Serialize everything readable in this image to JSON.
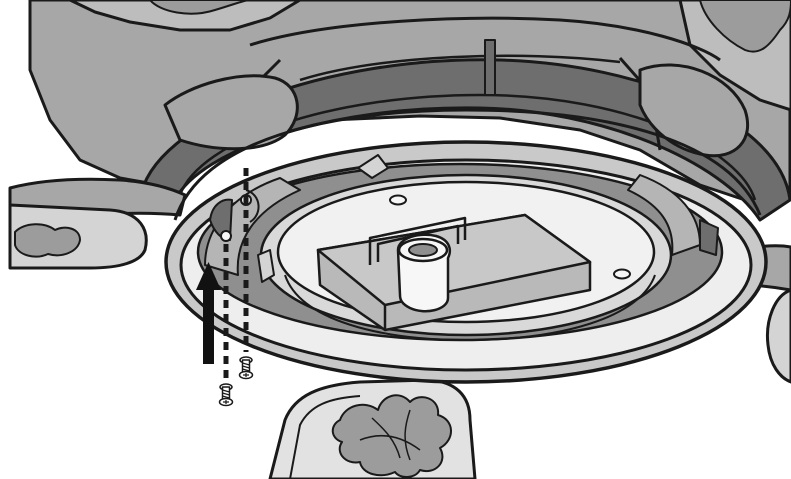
{
  "illustration": {
    "subject": "ceiling-fan-light-kit-installation",
    "arrow_direction": "up",
    "screw_count": 2
  },
  "colors": {
    "outline": "#1a1a1a",
    "body_gray": "#a7a7a7",
    "dark_gray": "#6e6e6e",
    "mid_gray": "#8f8f8f",
    "light_gray": "#d4d4d4",
    "ring_light": "#c9c9c9",
    "plate_white": "#ececec",
    "blade_gray": "#bdbdbd",
    "carving_gray": "#9c9c9c"
  }
}
